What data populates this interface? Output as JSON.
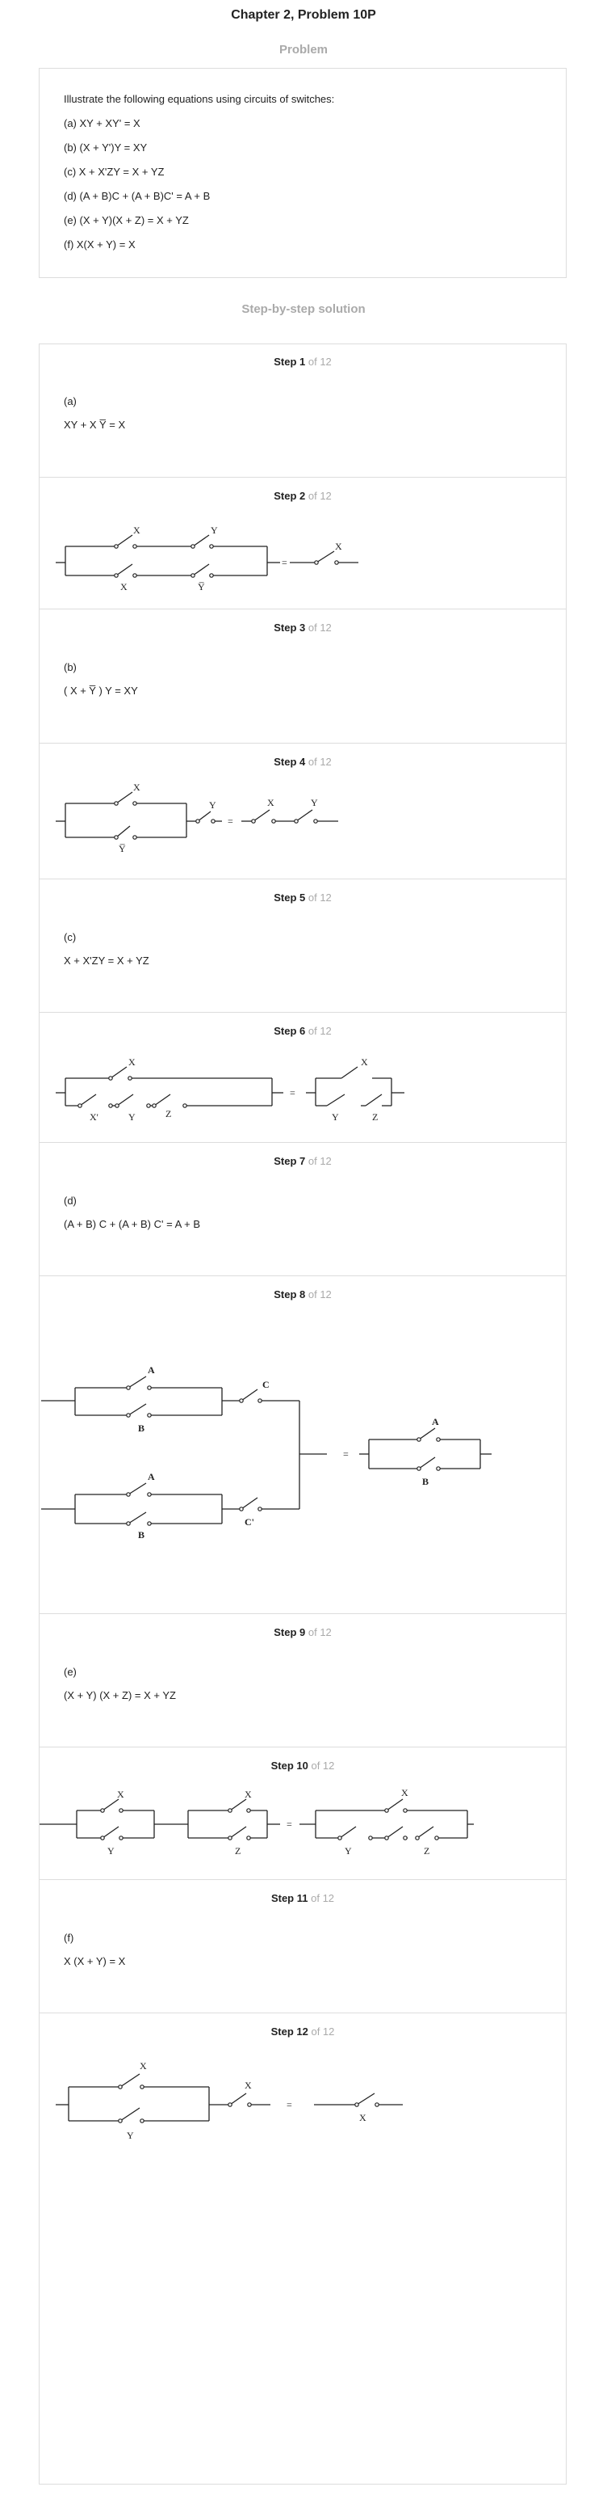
{
  "header": {
    "title": "Chapter 2, Problem 10P",
    "problem_label": "Problem",
    "solution_label": "Step-by-step solution"
  },
  "problem": {
    "intro": "Illustrate the following equations using circuits of switches:",
    "items": [
      "(a) XY + XY' = X",
      "(b) (X + Y')Y = XY",
      "(c) X + X'ZY = X + YZ",
      "(d) (A + B)C + (A + B)C' = A + B",
      "(e) (X + Y)(X + Z) = X + YZ",
      "(f) X(X + Y) = X"
    ]
  },
  "steps": [
    {
      "n": "Step 1",
      "of": "of 12"
    },
    {
      "n": "Step 2",
      "of": "of 12"
    },
    {
      "n": "Step 3",
      "of": "of 12"
    },
    {
      "n": "Step 4",
      "of": "of 12"
    },
    {
      "n": "Step 5",
      "of": "of 12"
    },
    {
      "n": "Step 6",
      "of": "of 12"
    },
    {
      "n": "Step 7",
      "of": "of 12"
    },
    {
      "n": "Step 8",
      "of": "of 12"
    },
    {
      "n": "Step 9",
      "of": "of 12"
    },
    {
      "n": "Step 10",
      "of": "of 12"
    },
    {
      "n": "Step 11",
      "of": "of 12"
    },
    {
      "n": "Step 12",
      "of": "of 12"
    }
  ],
  "texts": {
    "s1_label": "(a)",
    "s1_eq": "XY + X Y̅ = X",
    "s3_label": "(b)",
    "s3_eq": "( X + Y̅ ) Y = XY",
    "s5_label": "(c)",
    "s5_eq": "X + X'ZY = X + YZ",
    "s7_label": "(d)",
    "s7_eq": "(A + B) C + (A + B) C' = A + B",
    "s9_label": "(e)",
    "s9_eq": "(X + Y) (X + Z) = X + YZ",
    "s11_label": "(f)",
    "s11_eq": "X (X + Y) = X"
  },
  "figure_labels": {
    "x": "X",
    "y": "Y",
    "y_bar": "Y̅",
    "z": "Z",
    "x_prime": "X'",
    "a": "A",
    "b": "B",
    "c": "C",
    "c_prime": "C'",
    "eq": "="
  }
}
